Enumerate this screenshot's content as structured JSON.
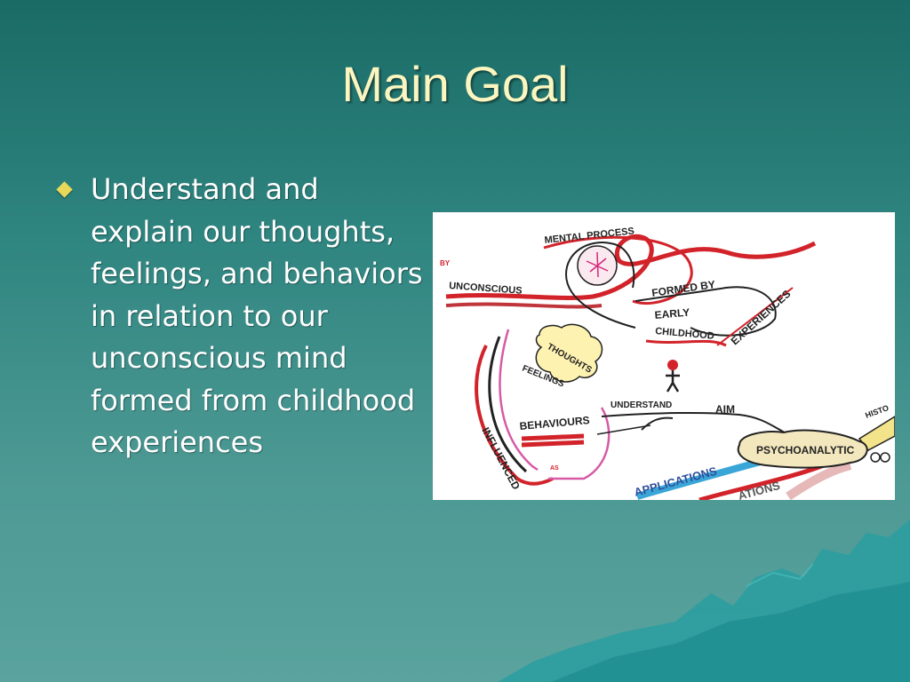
{
  "slide": {
    "title": "Main Goal",
    "bullet": "Understand and explain our thoughts, feelings, and behaviors in relation to our unconscious mind formed from childhood experiences"
  },
  "diagram": {
    "mental_process": "MENTAL PROCESS",
    "by": "BY",
    "unconscious": "UNCONSCIOUS",
    "formed_by": "FORMED BY",
    "early": "EARLY",
    "childhood": "CHILDHOOD",
    "experiences": "EXPERIENCES",
    "thoughts": "THOUGHTS",
    "feelings": "FEELINGS",
    "behaviours": "BEHAVIOURS",
    "understand": "UNDERSTAND",
    "aim": "AIM",
    "influenced": "INFLUENCED",
    "as": "AS",
    "psychoanalytic": "PSYCHOANALYTIC",
    "applications": "APPLICATIONS",
    "history": "HISTO",
    "ations": "ATIONS"
  },
  "colors": {
    "title": "#fbf6c0",
    "bullet_marker": "#e8d85a",
    "sketch_red": "#d2232a",
    "sketch_pink": "#d65aa6",
    "sketch_blue": "#3aa6d8",
    "mountain": "#2a9ea0"
  }
}
